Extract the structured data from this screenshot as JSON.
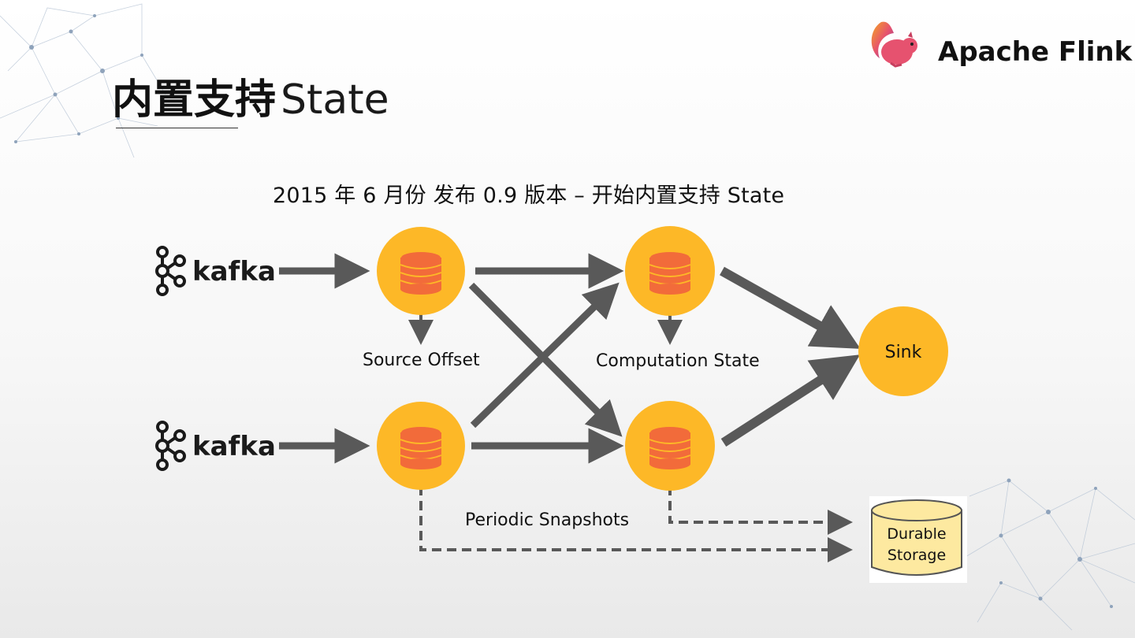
{
  "slide": {
    "title_cn": "内置支持",
    "title_en": "State",
    "subtitle": "2015 年 6 月份 发布 0.9 版本 – 开始内置支持 State"
  },
  "brand": {
    "name": "Apache Flink",
    "logo_icon": "flink-squirrel-logo-icon"
  },
  "diagram": {
    "sources": [
      {
        "label": "kafka",
        "icon": "kafka-logo-icon"
      },
      {
        "label": "kafka",
        "icon": "kafka-logo-icon"
      }
    ],
    "labels": {
      "source_offset": "Source Offset",
      "computation_state": "Computation State",
      "periodic_snapshots": "Periodic Snapshots",
      "sink": "Sink",
      "durable_storage_line1": "Durable",
      "durable_storage_line2": "Storage"
    },
    "colors": {
      "node_fill": "#FDB827",
      "db_icon": "#F26B3A",
      "arrow": "#595959",
      "storage_fill": "#FDE9A0"
    }
  }
}
